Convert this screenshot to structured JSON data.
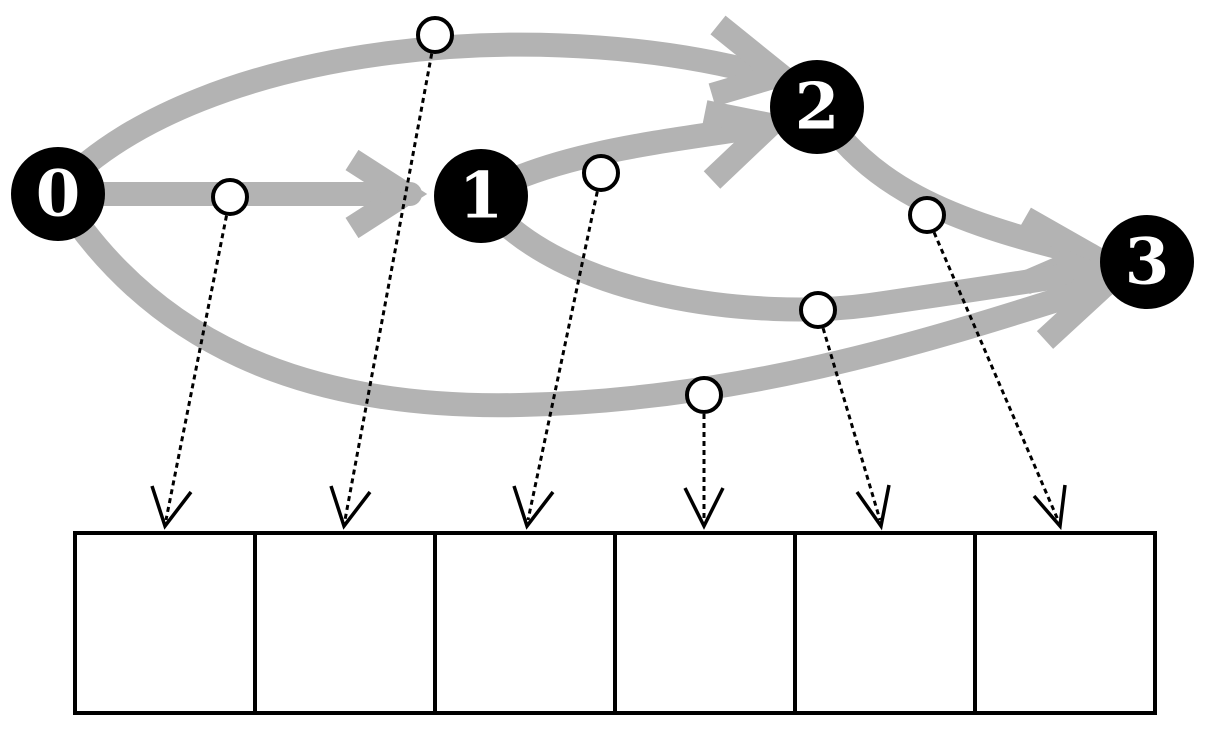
{
  "graph": {
    "nodes": [
      {
        "id": "n0",
        "label": "0"
      },
      {
        "id": "n1",
        "label": "1"
      },
      {
        "id": "n2",
        "label": "2"
      },
      {
        "id": "n3",
        "label": "3"
      }
    ],
    "edges": [
      {
        "from": "0",
        "to": "1",
        "slot": 0
      },
      {
        "from": "0",
        "to": "2",
        "slot": 1
      },
      {
        "from": "1",
        "to": "2",
        "slot": 2
      },
      {
        "from": "0",
        "to": "3",
        "slot": 3
      },
      {
        "from": "1",
        "to": "3",
        "slot": 4
      },
      {
        "from": "2",
        "to": "3",
        "slot": 5
      }
    ]
  },
  "array": {
    "cell_count": 6
  },
  "colors": {
    "edge": "#b3b3b3",
    "node": "#000000",
    "node_label": "#ffffff",
    "pointer": "#000000",
    "cell_border": "#000000",
    "background": "#ffffff"
  }
}
